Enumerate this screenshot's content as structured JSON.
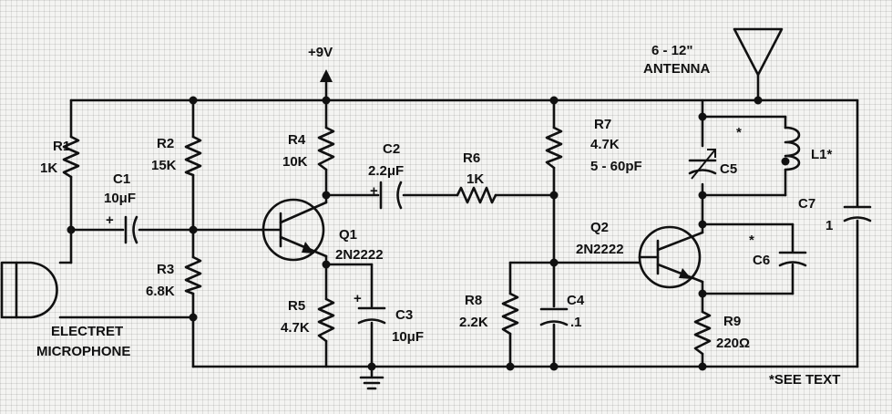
{
  "supply": "+9V",
  "antenna": {
    "length": "6 - 12\"",
    "name": "ANTENNA"
  },
  "microphone": {
    "line1": "ELECTRET",
    "line2": "MICROPHONE"
  },
  "components": {
    "R1": {
      "ref": "R1",
      "value": "1K"
    },
    "R2": {
      "ref": "R2",
      "value": "15K"
    },
    "R3": {
      "ref": "R3",
      "value": "6.8K"
    },
    "R4": {
      "ref": "R4",
      "value": "10K"
    },
    "R5": {
      "ref": "R5",
      "value": "4.7K"
    },
    "R6": {
      "ref": "R6",
      "value": "1K"
    },
    "R7": {
      "ref": "R7",
      "value": "4.7K"
    },
    "R8": {
      "ref": "R8",
      "value": "2.2K"
    },
    "R9": {
      "ref": "R9",
      "value": "220Ω"
    },
    "C1": {
      "ref": "C1",
      "value": "10μF"
    },
    "C2": {
      "ref": "C2",
      "value": "2.2μF"
    },
    "C3": {
      "ref": "C3",
      "value": "10μF"
    },
    "C4": {
      "ref": "C4",
      "value": ".1"
    },
    "C5": {
      "ref": "C5",
      "value": "5 - 60pF"
    },
    "C6": {
      "ref": "C6"
    },
    "C7": {
      "ref": "C7",
      "value": "1"
    },
    "L1": {
      "ref": "L1*"
    },
    "Q1": {
      "ref": "Q1",
      "part": "2N2222"
    },
    "Q2": {
      "ref": "Q2",
      "part": "2N2222"
    }
  },
  "marks": {
    "plus": "+",
    "asterisk": "*"
  },
  "note": "*SEE TEXT"
}
